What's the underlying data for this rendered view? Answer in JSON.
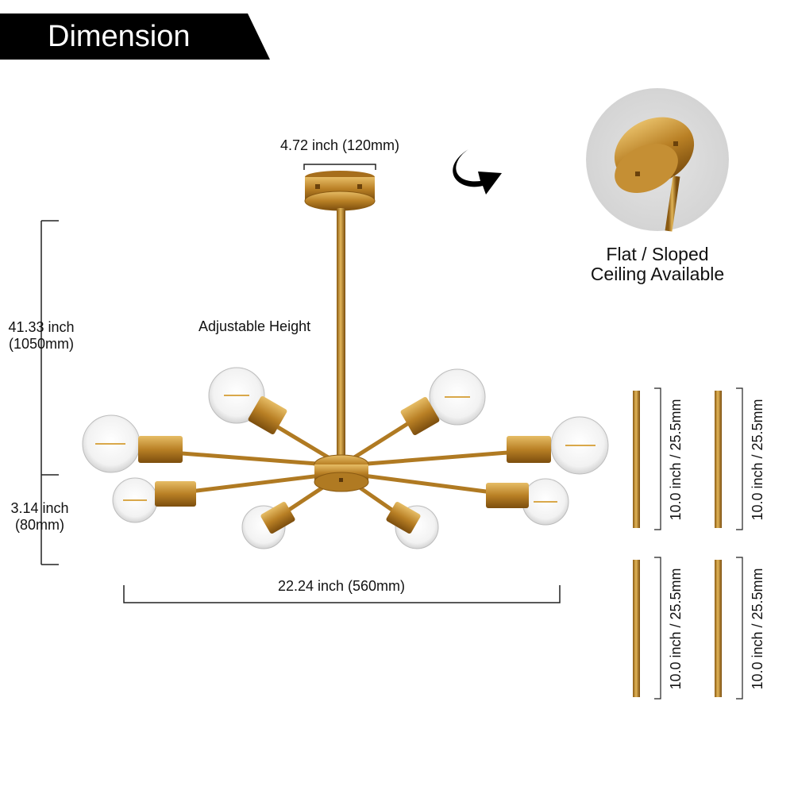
{
  "header": {
    "title": "Dimension"
  },
  "dimensions": {
    "canopy_width": "4.72 inch (120mm)",
    "total_height_in": "41.33 inch",
    "total_height_mm": "(1050mm)",
    "adjustable_label": "Adjustable Height",
    "body_height_in": "3.14 inch",
    "body_height_mm": "(80mm)",
    "span_width": "22.24 inch (560mm)"
  },
  "ceiling": {
    "line1": "Flat / Sloped",
    "line2": "Ceiling Available"
  },
  "rods": [
    {
      "label": "10.0 inch / 25.5mm"
    },
    {
      "label": "10.0 inch / 25.5mm"
    },
    {
      "label": "10.0 inch / 25.5mm"
    },
    {
      "label": "10.0 inch / 25.5mm"
    }
  ],
  "colors": {
    "brass": "#c9962f",
    "banner": "#000000"
  }
}
